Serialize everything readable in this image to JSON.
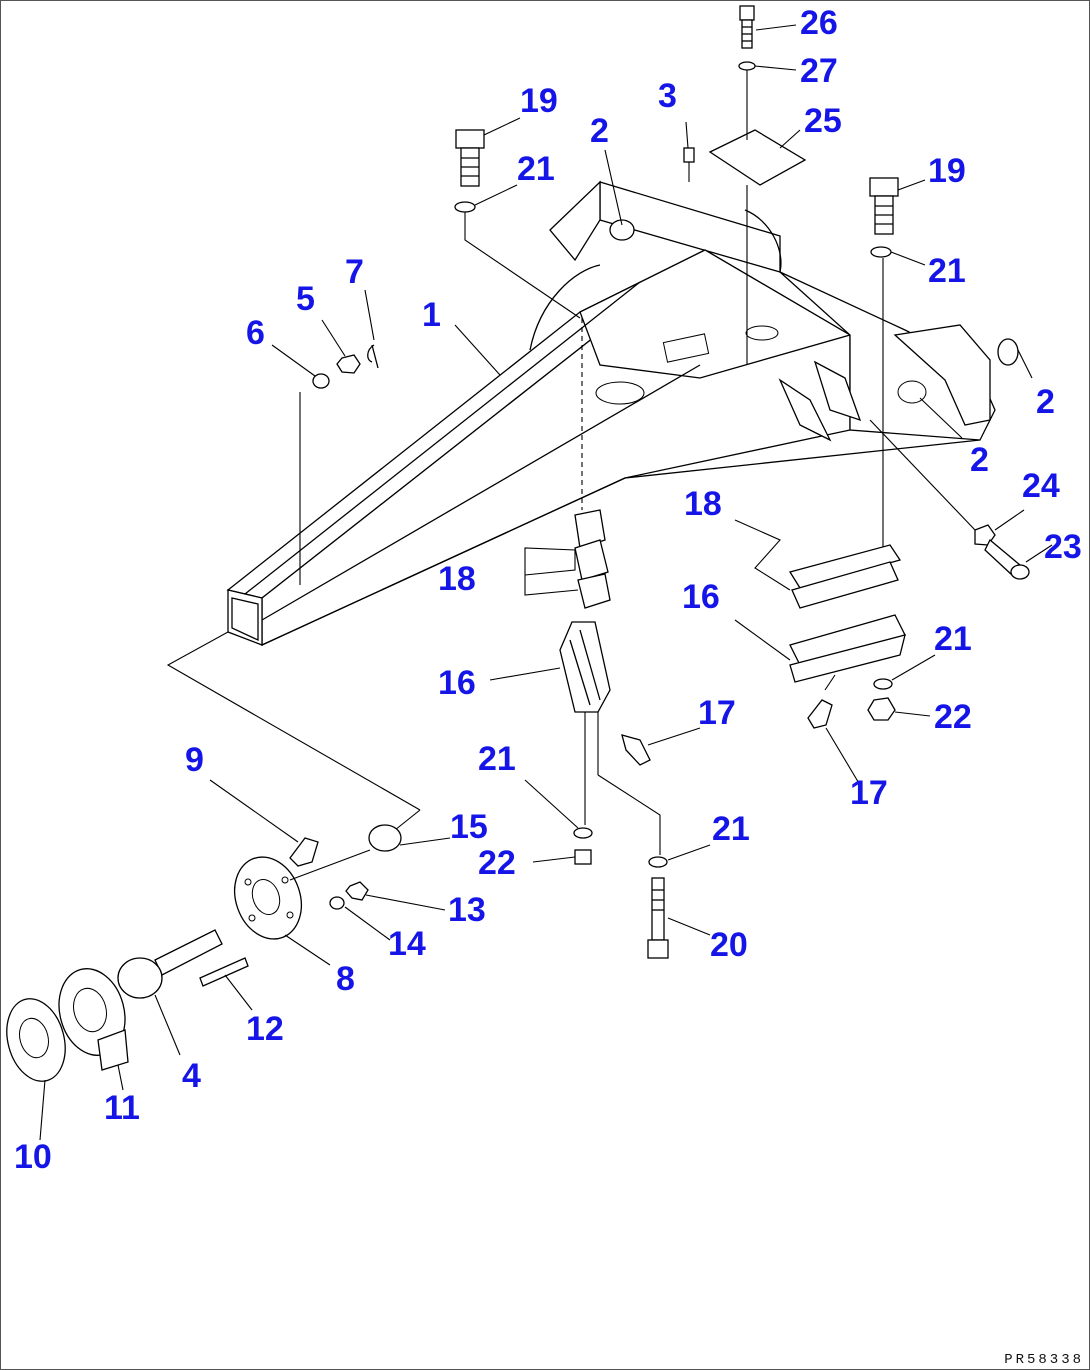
{
  "diagram": {
    "reference_code": "PR58338",
    "callout_color": "#1515e8",
    "callouts": [
      {
        "id": "c26",
        "label": "26"
      },
      {
        "id": "c27",
        "label": "27"
      },
      {
        "id": "c19a",
        "label": "19"
      },
      {
        "id": "c3",
        "label": "3"
      },
      {
        "id": "c25",
        "label": "25"
      },
      {
        "id": "c2a",
        "label": "2"
      },
      {
        "id": "c21a",
        "label": "21"
      },
      {
        "id": "c19b",
        "label": "19"
      },
      {
        "id": "c21b",
        "label": "21"
      },
      {
        "id": "c7",
        "label": "7"
      },
      {
        "id": "c5",
        "label": "5"
      },
      {
        "id": "c1",
        "label": "1"
      },
      {
        "id": "c6",
        "label": "6"
      },
      {
        "id": "c2b",
        "label": "2"
      },
      {
        "id": "c2c",
        "label": "2"
      },
      {
        "id": "c24",
        "label": "24"
      },
      {
        "id": "c18a",
        "label": "18"
      },
      {
        "id": "c23",
        "label": "23"
      },
      {
        "id": "c18b",
        "label": "18"
      },
      {
        "id": "c16a",
        "label": "16"
      },
      {
        "id": "c21c",
        "label": "21"
      },
      {
        "id": "c16b",
        "label": "16"
      },
      {
        "id": "c17a",
        "label": "17"
      },
      {
        "id": "c22a",
        "label": "22"
      },
      {
        "id": "c21d",
        "label": "21"
      },
      {
        "id": "c17b",
        "label": "17"
      },
      {
        "id": "c9",
        "label": "9"
      },
      {
        "id": "c15",
        "label": "15"
      },
      {
        "id": "c21e",
        "label": "21"
      },
      {
        "id": "c22b",
        "label": "22"
      },
      {
        "id": "c13",
        "label": "13"
      },
      {
        "id": "c14",
        "label": "14"
      },
      {
        "id": "c20",
        "label": "20"
      },
      {
        "id": "c8",
        "label": "8"
      },
      {
        "id": "c12",
        "label": "12"
      },
      {
        "id": "c4",
        "label": "4"
      },
      {
        "id": "c11",
        "label": "11"
      },
      {
        "id": "c10",
        "label": "10"
      }
    ]
  }
}
